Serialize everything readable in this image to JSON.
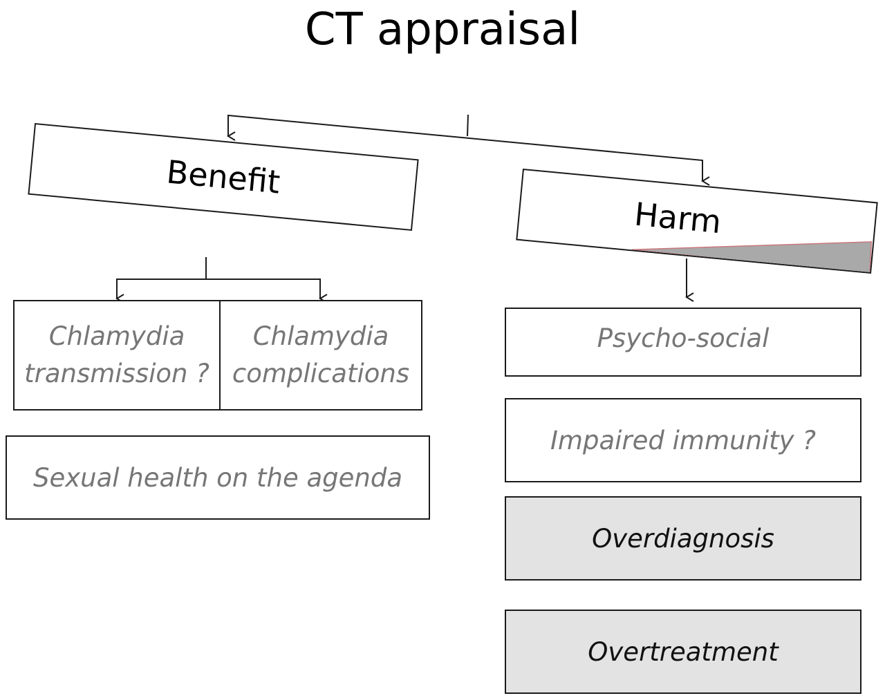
{
  "title": "CT appraisal",
  "branches": {
    "benefit": {
      "label": "Benefit",
      "items": {
        "transmission": "Chlamydia transmission ?",
        "complications": "Chlamydia complications",
        "agenda": "Sexual health on the agenda"
      }
    },
    "harm": {
      "label": "Harm",
      "items": {
        "psychosocial": "Psycho-social",
        "immunity": "Impaired immunity ?",
        "overdiagnosis": "Overdiagnosis",
        "overtreatment": "Overtreatment"
      },
      "highlight_color": "#a9a9a9"
    }
  },
  "colors": {
    "border": "#1a1a1a",
    "muted_text": "#767676",
    "shaded_box": "#e3e3e3"
  }
}
